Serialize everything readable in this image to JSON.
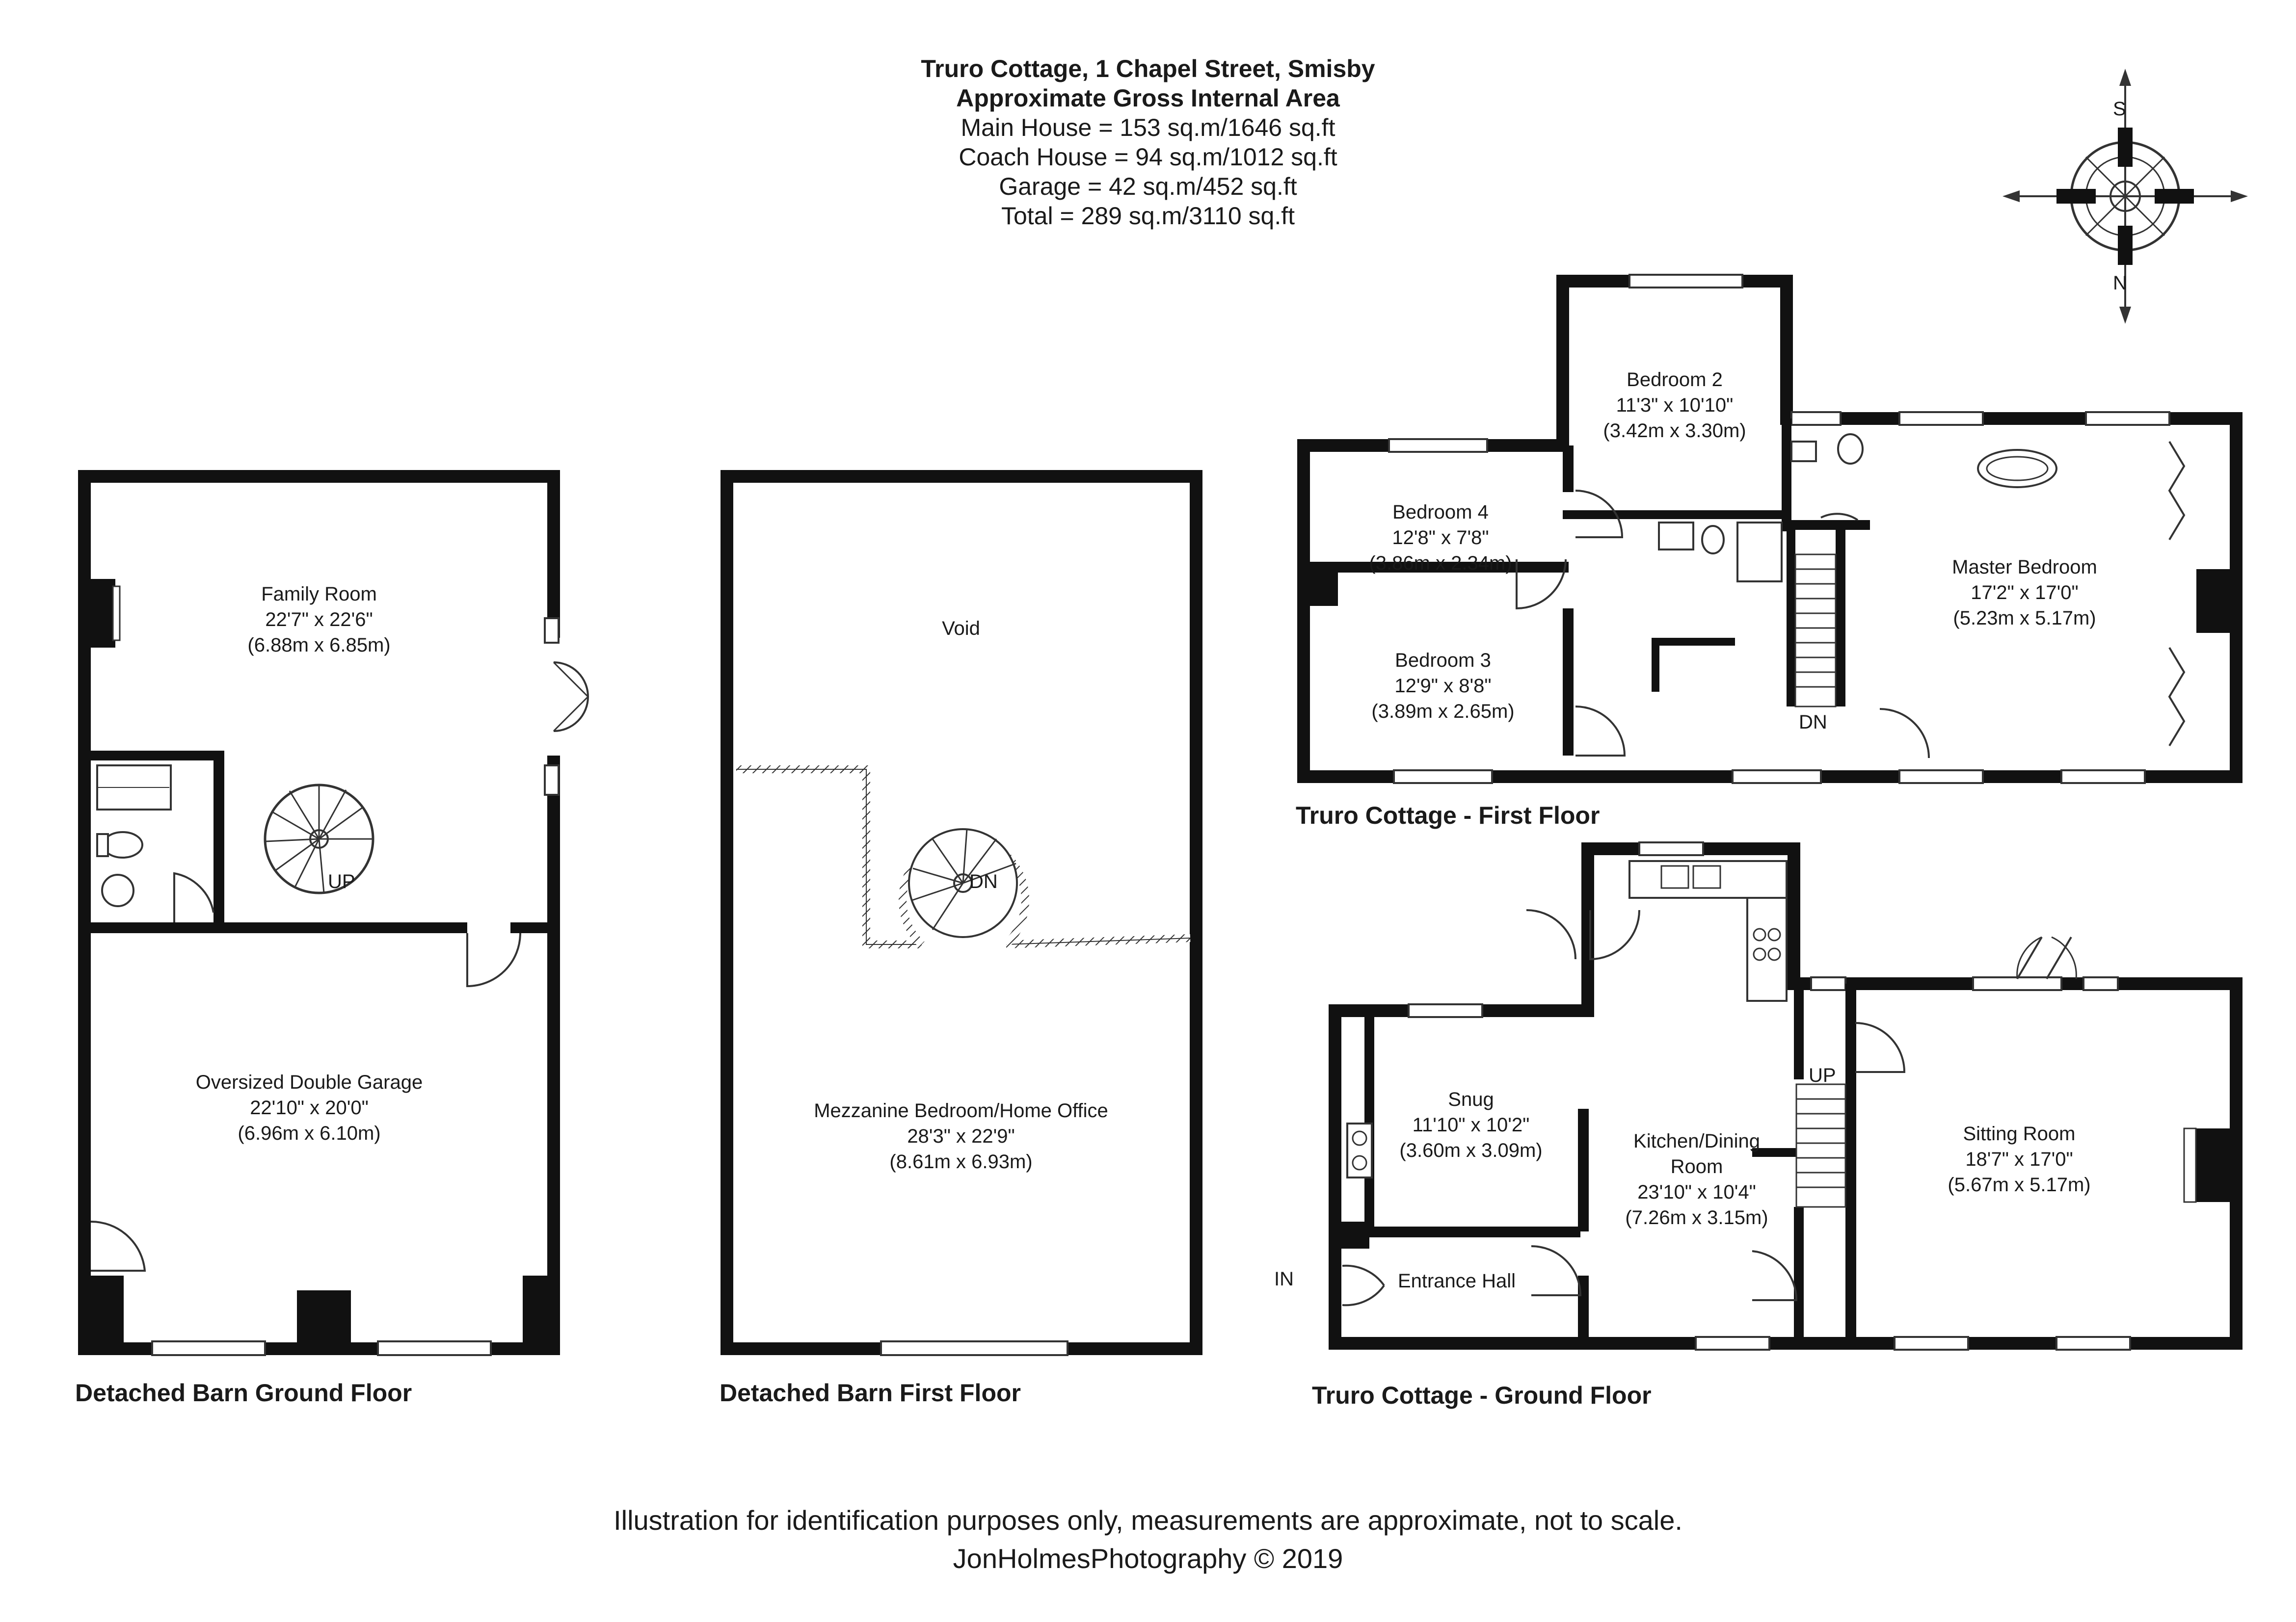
{
  "header": {
    "address": "Truro Cottage, 1 Chapel Street, Smisby",
    "area_heading": "Approximate Gross Internal Area",
    "lines": [
      "Main House = 153 sq.m/1646 sq.ft",
      "Coach House = 94 sq.m/1012 sq.ft",
      "Garage = 42 sq.m/452 sq.ft",
      "Total = 289 sq.m/3110 sq.ft"
    ]
  },
  "compass": {
    "top": "S",
    "bottom": "N"
  },
  "captions": {
    "barn_ground": "Detached Barn Ground Floor",
    "barn_first": "Detached Barn First Floor",
    "cottage_first": "Truro Cottage - First Floor",
    "cottage_ground": "Truro Cottage - Ground Floor"
  },
  "rooms": {
    "family_room": {
      "name": "Family Room",
      "imperial": "22'7\" x 22'6\"",
      "metric": "(6.88m x 6.85m)"
    },
    "garage": {
      "name": "Oversized Double Garage",
      "imperial": "22'10\" x 20'0\"",
      "metric": "(6.96m x 6.10m)"
    },
    "mezzanine": {
      "name": "Mezzanine Bedroom/Home Office",
      "imperial": "28'3\" x 22'9\"",
      "metric": "(8.61m x 6.93m)"
    },
    "void": {
      "name": "Void"
    },
    "bedroom2": {
      "name": "Bedroom 2",
      "imperial": "11'3\" x 10'10\"",
      "metric": "(3.42m x 3.30m)"
    },
    "bedroom4": {
      "name": "Bedroom 4",
      "imperial": "12'8\" x 7'8\"",
      "metric": "(3.86m x 2.34m)"
    },
    "bedroom3": {
      "name": "Bedroom 3",
      "imperial": "12'9\" x 8'8\"",
      "metric": "(3.89m x 2.65m)"
    },
    "master": {
      "name": "Master Bedroom",
      "imperial": "17'2\" x 17'0\"",
      "metric": "(5.23m x 5.17m)"
    },
    "snug": {
      "name": "Snug",
      "imperial": "11'10\" x 10'2\"",
      "metric": "(3.60m x 3.09m)"
    },
    "kitchen": {
      "name_line1": "Kitchen/Dining",
      "name_line2": "Room",
      "imperial": "23'10\" x 10'4\"",
      "metric": "(7.26m x 3.15m)"
    },
    "sitting": {
      "name": "Sitting Room",
      "imperial": "18'7\" x 17'0\"",
      "metric": "(5.67m x 5.17m)"
    },
    "entrance": {
      "name": "Entrance Hall"
    }
  },
  "stair_labels": {
    "barn_up": "UP",
    "barn_dn": "DN",
    "cottage_first_dn": "DN",
    "cottage_ground_up": "UP",
    "entrance_in": "IN"
  },
  "footer": {
    "disclaimer": "Illustration for identification purposes only, measurements are approximate, not to scale.",
    "credit": "JonHolmesPhotography © 2019"
  }
}
